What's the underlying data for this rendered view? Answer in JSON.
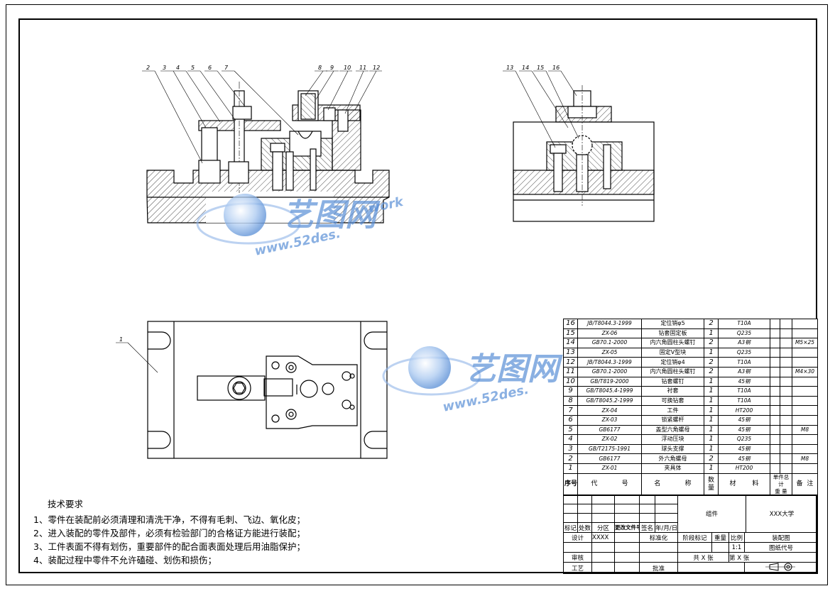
{
  "leaders": {
    "front": [
      "2",
      "3",
      "4",
      "5",
      "6",
      "7",
      "8",
      "9",
      "10",
      "11",
      "12"
    ],
    "side": [
      "13",
      "14",
      "15",
      "16"
    ],
    "plan": [
      "1"
    ]
  },
  "watermark": {
    "brand": "艺图网",
    "url_1": "www.52des.",
    "url_1_suffix": "work",
    "url_2": "www.52des.",
    "colors": {
      "brand": "#5a8fd6"
    }
  },
  "bom": {
    "rows": [
      {
        "no": "16",
        "code": "JB/T8044.3-1999",
        "name": "定位销φ5",
        "qty": "2",
        "mat": "T10A",
        "note": ""
      },
      {
        "no": "15",
        "code": "ZX-06",
        "name": "钻套固定板",
        "qty": "1",
        "mat": "Q235",
        "note": ""
      },
      {
        "no": "14",
        "code": "GB70.1-2000",
        "name": "内六角圆柱头螺钉",
        "qty": "2",
        "mat": "A3钢",
        "note": "M5×25"
      },
      {
        "no": "13",
        "code": "ZX-05",
        "name": "固定V型块",
        "qty": "1",
        "mat": "Q235",
        "note": ""
      },
      {
        "no": "12",
        "code": "JB/T8044.3-1999",
        "name": "定位销φ4",
        "qty": "2",
        "mat": "T10A",
        "note": ""
      },
      {
        "no": "11",
        "code": "GB70.1-2000",
        "name": "内六角圆柱头螺钉",
        "qty": "2",
        "mat": "A3钢",
        "note": "M4×30"
      },
      {
        "no": "10",
        "code": "GB/T819-2000",
        "name": "钻套螺钉",
        "qty": "1",
        "mat": "45钢",
        "note": ""
      },
      {
        "no": "9",
        "code": "GB/T8045.4-1999",
        "name": "衬套",
        "qty": "1",
        "mat": "T10A",
        "note": ""
      },
      {
        "no": "8",
        "code": "GB/T8045.2-1999",
        "name": "可换钻套",
        "qty": "1",
        "mat": "T10A",
        "note": ""
      },
      {
        "no": "7",
        "code": "ZX-04",
        "name": "工件",
        "qty": "1",
        "mat": "HT200",
        "note": ""
      },
      {
        "no": "6",
        "code": "ZX-03",
        "name": "锁紧螺杆",
        "qty": "1",
        "mat": "45钢",
        "note": ""
      },
      {
        "no": "5",
        "code": "GB6177",
        "name": "盖型六角螺母",
        "qty": "1",
        "mat": "45钢",
        "note": "M8"
      },
      {
        "no": "4",
        "code": "ZX-02",
        "name": "浮动压块",
        "qty": "1",
        "mat": "Q235",
        "note": ""
      },
      {
        "no": "3",
        "code": "GB/T2175-1991",
        "name": "球头支撑",
        "qty": "1",
        "mat": "45钢",
        "note": ""
      },
      {
        "no": "2",
        "code": "GB6177",
        "name": "外六角螺母",
        "qty": "2",
        "mat": "45钢",
        "note": "M8"
      },
      {
        "no": "1",
        "code": "ZX-01",
        "name": "夹具体",
        "qty": "1",
        "mat": "HT200",
        "note": ""
      }
    ],
    "header": {
      "no": "序号",
      "code_a": "代",
      "code_b": "号",
      "name_a": "名",
      "name_b": "称",
      "qty": "数量",
      "mat_a": "材",
      "mat_b": "料",
      "unit": "单件",
      "total": "总计",
      "weight": "重 量",
      "note_a": "备",
      "note_b": "注"
    }
  },
  "title_block": {
    "mark": "标记",
    "count": "处数",
    "zone": "分区",
    "docno": "更改文件号",
    "sign": "签名",
    "date": "年/月/日",
    "design": "设计",
    "designer": "XXXX",
    "standard": "标准化",
    "stage": "阶段标记",
    "weight": "重量",
    "scale": "比例",
    "scale_value": "1:1",
    "review": "审核",
    "craft": "工艺",
    "approve": "批准",
    "total_sheets": "共 X 张",
    "sheet_no": "第 X 张",
    "assembly": "组件",
    "university": "XXX大学",
    "drawing_name": "装配图",
    "drawing_code": "图纸代号"
  },
  "tech": {
    "title": "技术要求",
    "items": [
      "1、零件在装配前必须清理和清洗干净，不得有毛刺、飞边、氧化皮；",
      "2、进入装配的零件及部件，必须有检验部门的合格证方能进行装配；",
      "3、工件表面不得有划伤，重要部件的配合面表面处理后用油脂保护；",
      "4、装配过程中零件不允许磕碰、划伤和损伤；"
    ]
  }
}
